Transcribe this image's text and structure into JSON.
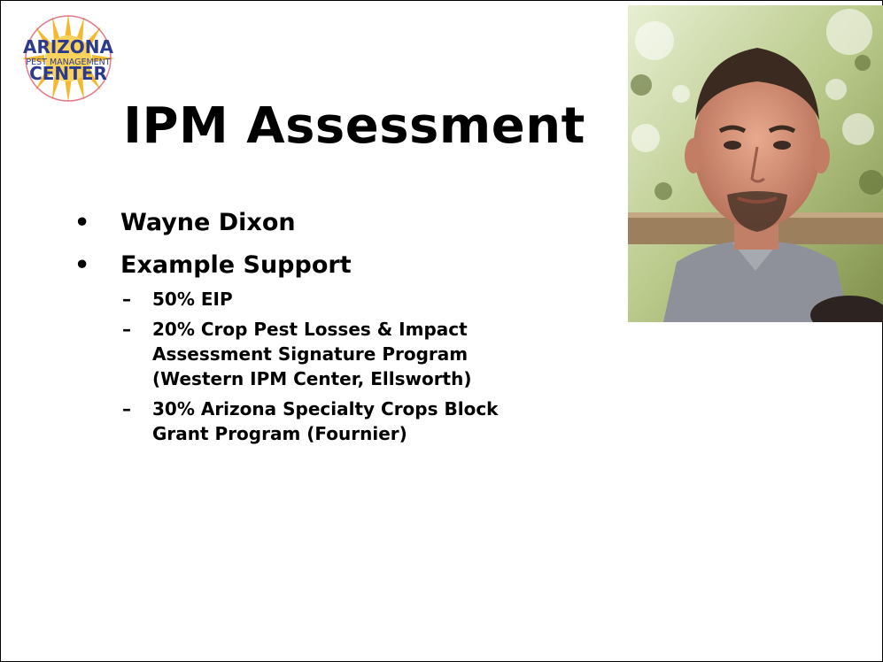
{
  "logo": {
    "line1": "ARIZONA",
    "line2": "PEST MANAGEMENT",
    "line3": "CENTER",
    "colors": {
      "text": "#2b3a8c",
      "sun": "#f5b21a",
      "ring": "#c8102e"
    }
  },
  "title": "IPM Assessment",
  "photo": {
    "subject": "portrait-photo"
  },
  "bullets": [
    {
      "marker": "•",
      "text": "Wayne Dixon",
      "children": []
    },
    {
      "marker": "•",
      "text": "Example Support",
      "children": [
        {
          "marker": "–",
          "text": "50% EIP"
        },
        {
          "marker": "–",
          "text": "20% Crop Pest Losses & Impact Assessment Signature Program (Western IPM Center, Ellsworth)"
        },
        {
          "marker": "–",
          "text": "30% Arizona Specialty Crops Block Grant Program (Fournier)"
        }
      ]
    }
  ]
}
